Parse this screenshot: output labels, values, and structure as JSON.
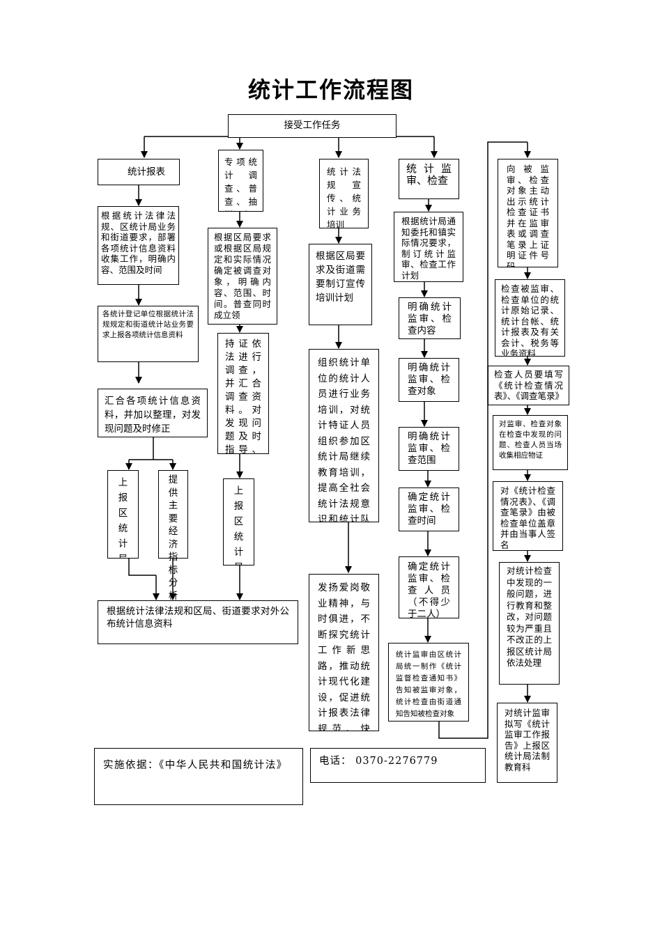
{
  "title": "统计工作流程图",
  "root": "接受工作任务",
  "col1": {
    "head": "统计报表",
    "step1": "根据统计法律法规、区统计局业务和街道要求，部署各项统计信息资料收集工作，明确内容、范围及时间",
    "step2": "各统计登记单位根据统计法规规定和街道统计站业务要求上报各项统计信息资料",
    "step3": "汇合各项统计信息资料，并加以整理，对发现问题及时修正",
    "branch_a": "上报区统计局",
    "branch_b": "提供主要经济指标分析资料",
    "final": "根据统计法律法规和区局、街道要求对外公布统计信息资料"
  },
  "col2": {
    "head": "专项统计调查、普查、抽样调查",
    "step1": "根据区局要求或根据区局规定和实际情况确定被调查对象，明确内容、范围、时间。普查同时成立领",
    "step2": "持证依法进行调查，并汇合调查资料。对发现问题及时指导、整改",
    "step3": "上报区统计局"
  },
  "col3": {
    "head": "统计法规宣传、统计业务培训",
    "step1": "根据区局要求及街道需要制订宣传培训计划",
    "step2": "组织统计单位的统计人员进行业务培训，对统计特证人员组织参加区统计局继续教育培训，提高全社会统计法规意识和统计队伍业务水平",
    "step3": "发扬爱岗敬业精神，与时俱进，不断探究统计工作新思路，推动统计现代化建设，促进统计报表法律规范、快速、高质量"
  },
  "col4": {
    "head": "统计监审、检查",
    "step1": "根据统计局通知委托和镇实际情况要求，制订统计监审、检查工作计划",
    "step2": "明确统计监审、检查内容",
    "step3": "明确统计监审、检查对象",
    "step4": "明确统计监审、检查范围",
    "step5": "确定统计监审、检查时间",
    "step6": "确定统计监审、检查人员（不得少于二人）",
    "step7": "统计监审由区统计局统一制作《统计监督检查通知书》告知被监审对象，统计检查由街道通知告知被检查对象"
  },
  "col5": {
    "step1": "向被监审、检查对象主动出示统计检查证书并在监审表或调查笔录上证明证件号码",
    "step2": "检查被监审、检查单位的统计原始记录、统计台帐、统计报表及有关会计、税务等业务资料",
    "step3": "检查人员要填写《统计检查情况表》、《调查笔录》",
    "step4": "对监审、检查对象在检查中发现的问题、检查人员当场收集相应物证",
    "step5": "对《统计检查情况表》、《调查笔录》由被检查单位盖章并由当事人签名",
    "step6": "对统计检查中发现的一般问题，进行教育和整改，对问题较为严重且不改正的上报区统计局依法处理",
    "step7": "对统计监审拟写《统计监审工作报告》上报区统计局法制教育科"
  },
  "footer": {
    "basis": "实施依据：《中华人民共和国统计法》",
    "phone": "电话： 0370-2276779"
  }
}
